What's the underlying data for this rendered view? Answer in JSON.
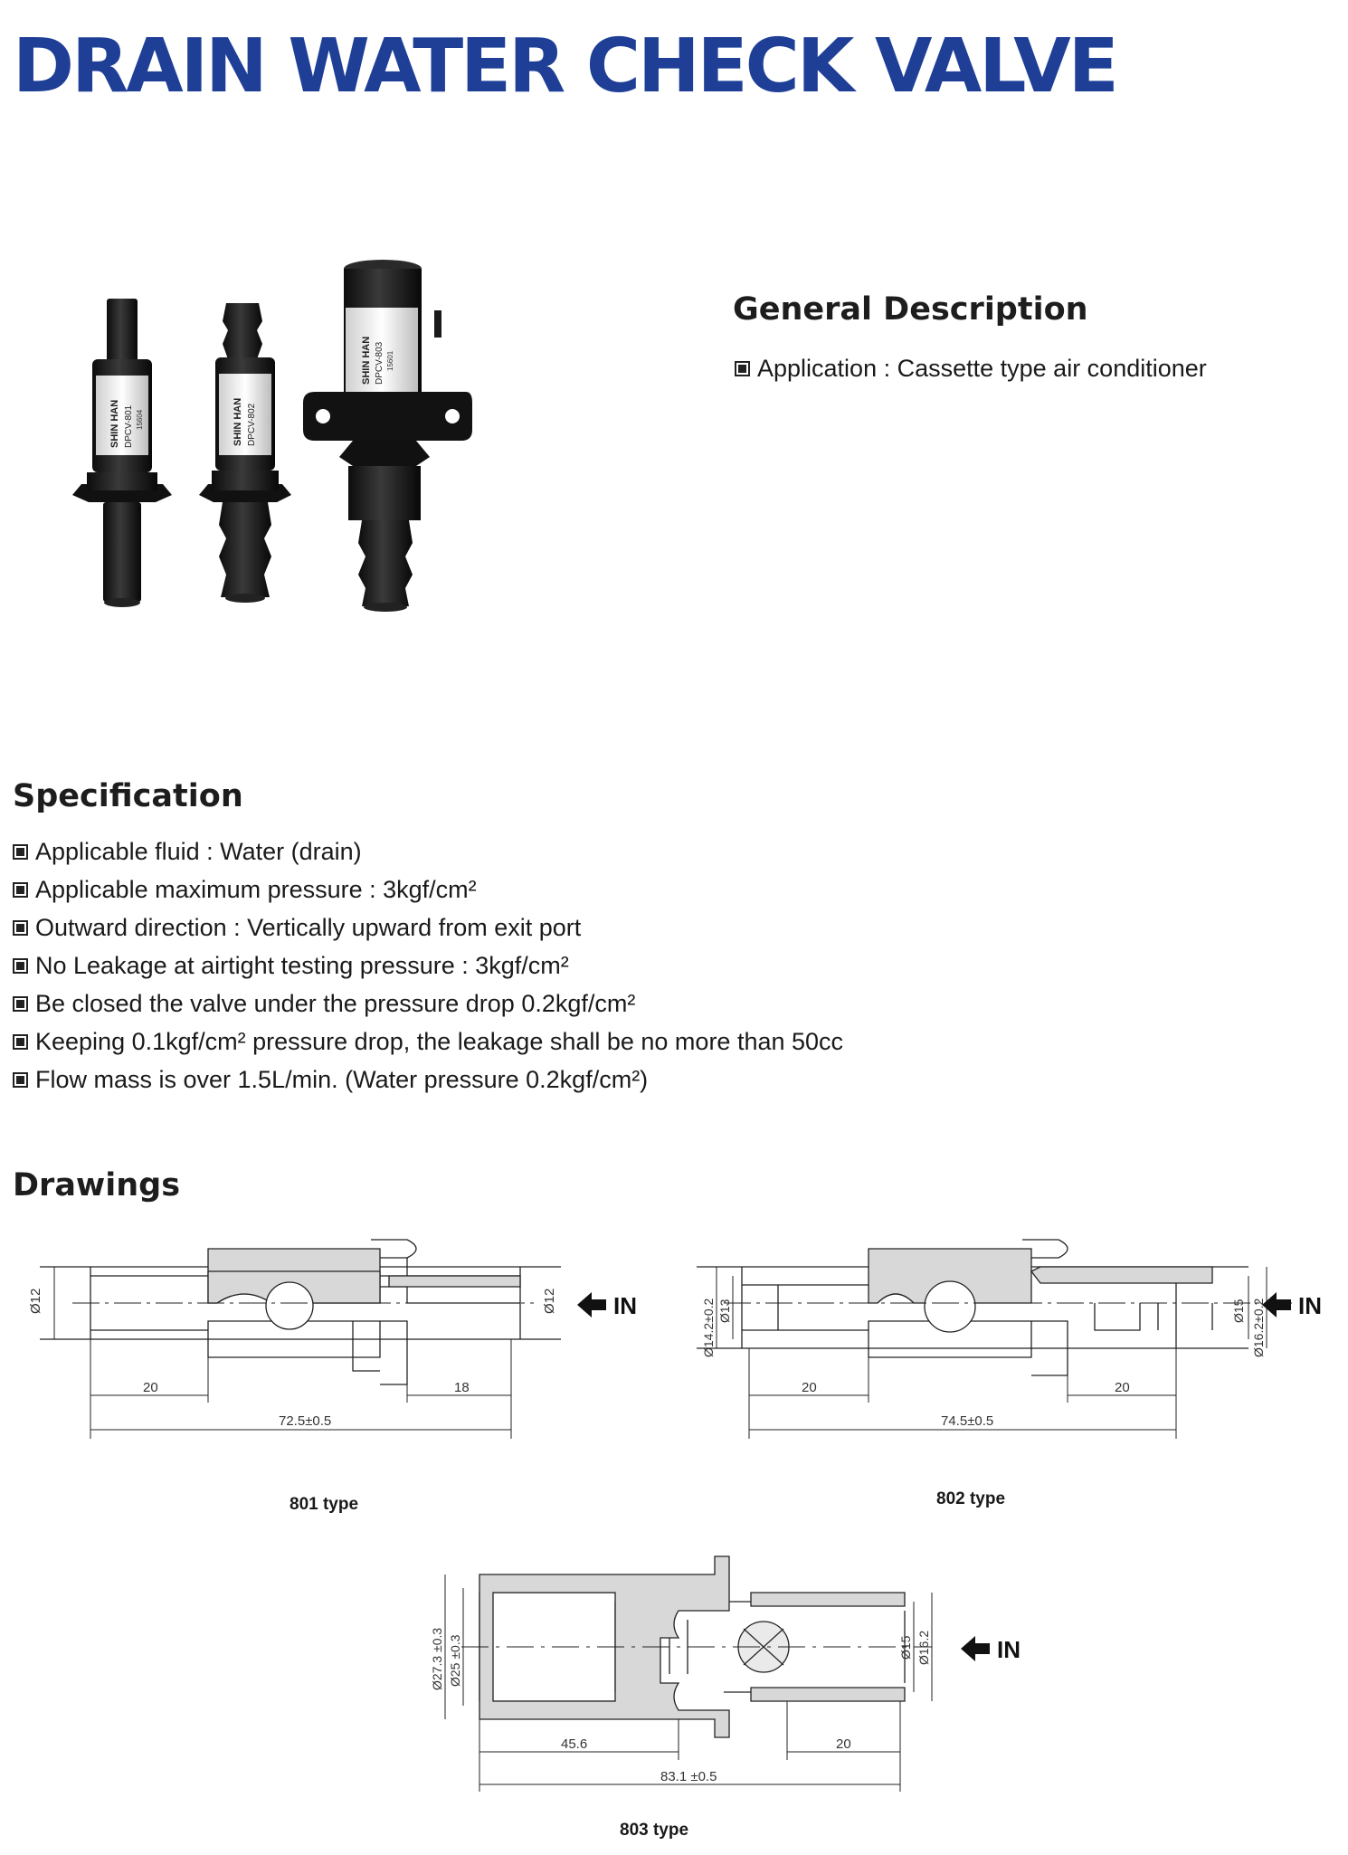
{
  "title": "DRAIN WATER CHECK VALVE",
  "colors": {
    "title": "#1f3f97",
    "body_text": "#1a1a1a",
    "drawing_fill": "#d8d8d8"
  },
  "product_photo": {
    "valves": [
      {
        "model": "DPCV-801",
        "brand": "SHIN HAN",
        "code": "15604"
      },
      {
        "model": "DPCV-802",
        "brand": "SHIN HAN"
      },
      {
        "model": "DPCV-803",
        "brand": "SHIN HAN",
        "code": "15601"
      }
    ]
  },
  "general_description": {
    "heading": "General Description",
    "items": [
      "Application : Cassette type air conditioner"
    ]
  },
  "specification": {
    "heading": "Specification",
    "items": [
      "Applicable fluid : Water (drain)",
      "Applicable maximum pressure : 3kgf/cm²",
      "Outward direction : Vertically upward from exit port",
      "No Leakage at airtight testing pressure : 3kgf/cm²",
      "Be closed the valve under the pressure drop 0.2kgf/cm²",
      "Keeping 0.1kgf/cm² pressure drop, the leakage shall be no more than 50cc",
      "Flow mass is over 1.5L/min. (Water pressure 0.2kgf/cm²)"
    ]
  },
  "drawings": {
    "heading": "Drawings",
    "d801": {
      "caption": "801 type",
      "dia_left": "Ø12",
      "dia_right": "Ø12",
      "dim_left": "20",
      "dim_right": "18",
      "dim_total": "72.5±0.5",
      "flow": "IN"
    },
    "d802": {
      "caption": "802 type",
      "dia_left_outer": "Ø14.2±0.2",
      "dia_left_inner": "Ø13",
      "dia_right_inner": "Ø15",
      "dia_right_outer": "Ø16.2±0.2",
      "dim_left": "20",
      "dim_right": "20",
      "dim_total": "74.5±0.5",
      "flow": "IN"
    },
    "d803": {
      "caption": "803 type",
      "dia_left_outer": "Ø27.3 ±0.3",
      "dia_left_inner": "Ø25 ±0.3",
      "dia_right_inner": "Ø15",
      "dia_right_outer": "Ø16.2",
      "dim_left": "45.6",
      "dim_right": "20",
      "dim_total": "83.1 ±0.5",
      "flow": "IN"
    }
  }
}
